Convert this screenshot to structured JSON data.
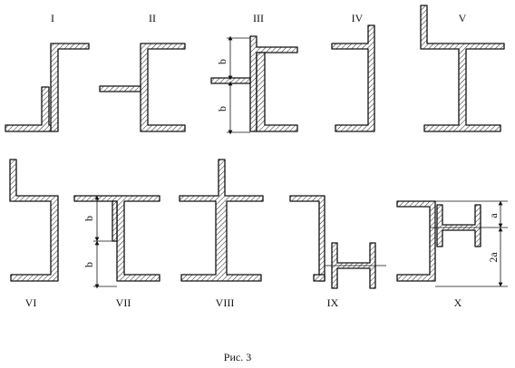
{
  "figure": {
    "labels": [
      "I",
      "II",
      "III",
      "IV",
      "V",
      "VI",
      "VII",
      "VIII",
      "IX",
      "X"
    ],
    "dimensions": {
      "b": "b",
      "a": "a",
      "two_a": "2a"
    },
    "caption": "Рис. 3"
  }
}
